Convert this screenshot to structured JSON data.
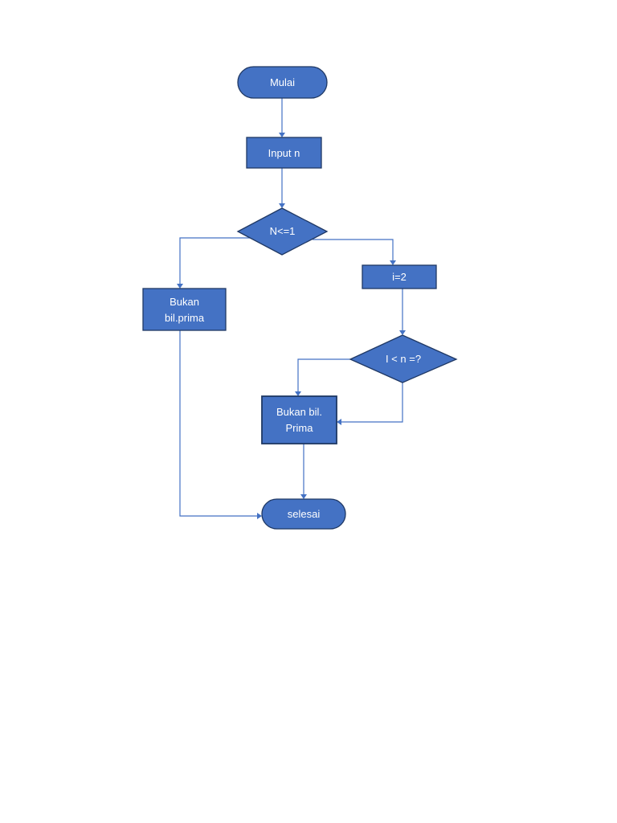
{
  "flowchart": {
    "nodes": {
      "start": {
        "label": "Mulai",
        "shape": "terminator"
      },
      "input": {
        "label": "Input n",
        "shape": "process"
      },
      "decision1": {
        "label": "N<=1",
        "shape": "decision"
      },
      "init": {
        "label": "i=2",
        "shape": "process"
      },
      "not_prime_left": {
        "lines": [
          "Bukan",
          "bil.prima"
        ],
        "shape": "process"
      },
      "decision2": {
        "label": "I < n =?",
        "shape": "decision"
      },
      "not_prime_mid": {
        "lines": [
          "Bukan bil.",
          "Prima"
        ],
        "shape": "process"
      },
      "end": {
        "label": "selesai",
        "shape": "terminator"
      }
    },
    "edges": [
      {
        "from": "start",
        "to": "input"
      },
      {
        "from": "input",
        "to": "decision1"
      },
      {
        "from": "decision1",
        "to": "not_prime_left"
      },
      {
        "from": "decision1",
        "to": "init"
      },
      {
        "from": "init",
        "to": "decision2"
      },
      {
        "from": "decision2",
        "to": "not_prime_mid"
      },
      {
        "from": "decision2",
        "to": "not_prime_mid"
      },
      {
        "from": "not_prime_mid",
        "to": "end"
      },
      {
        "from": "not_prime_left",
        "to": "end"
      }
    ]
  },
  "colors": {
    "node_fill": "#4472c4",
    "node_border": "#1f3864",
    "connector": "#4472c4",
    "text": "#ffffff"
  }
}
